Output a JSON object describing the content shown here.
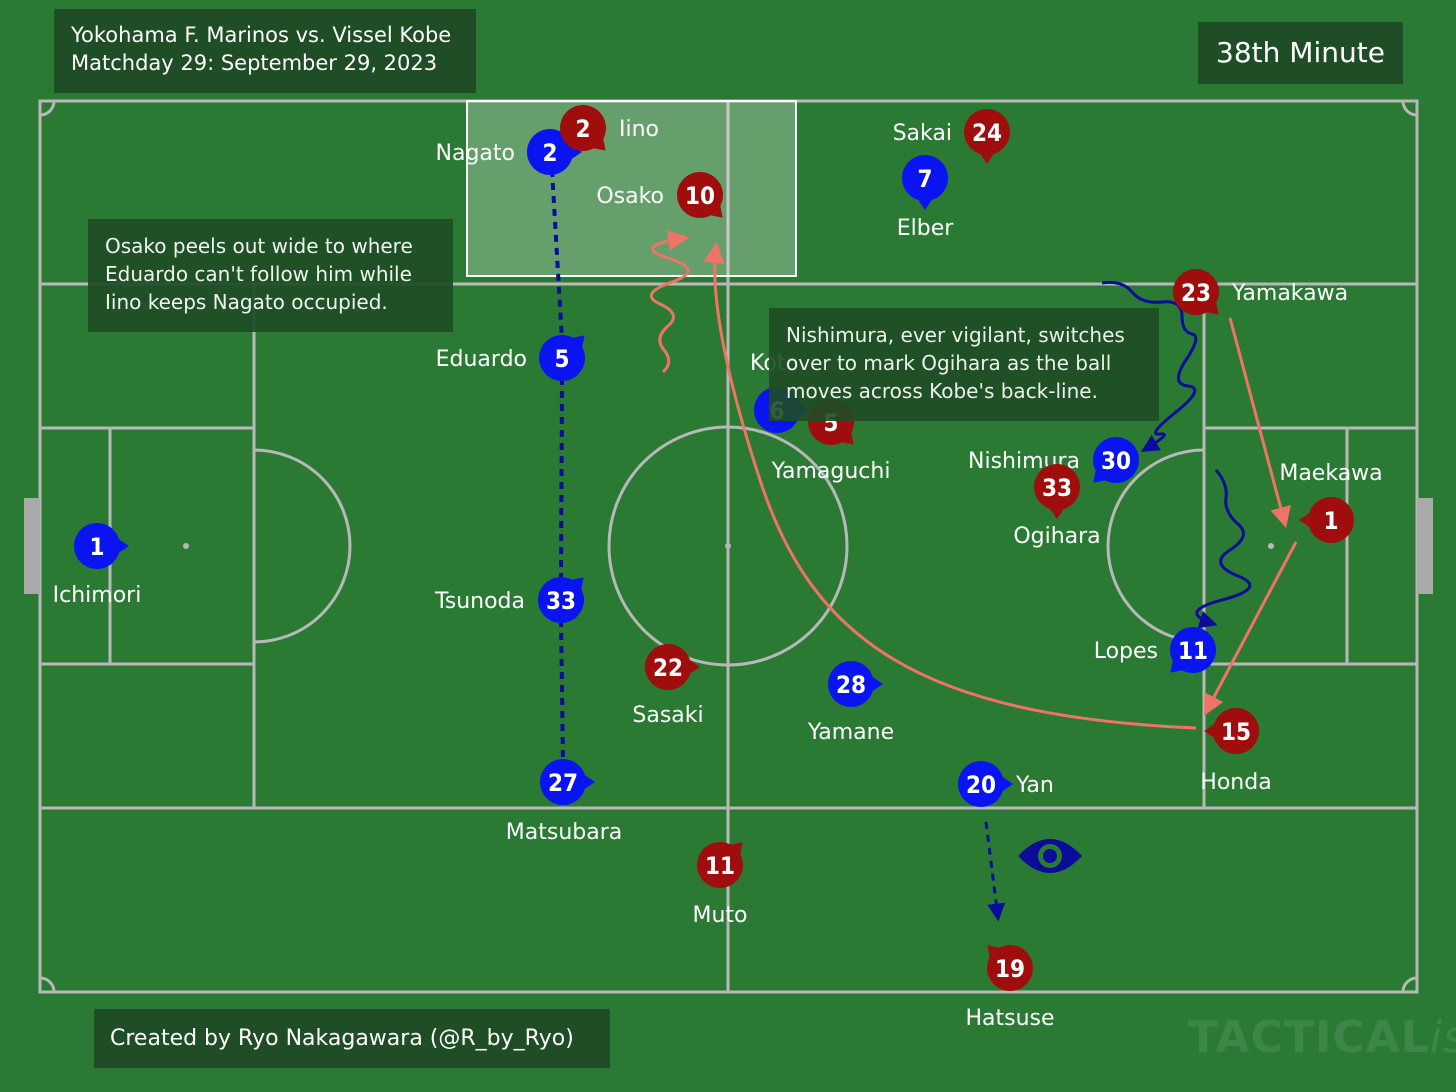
{
  "header": {
    "match": "Yokohama F. Marinos vs. Vissel Kobe",
    "matchday": "Matchday 29: September 29, 2023",
    "minute": "38th Minute"
  },
  "annotations": {
    "note_left": [
      "Osako peels out wide to where",
      "Eduardo can't follow him while",
      "Iino keeps Nagato occupied."
    ],
    "note_right": [
      "Nishimura, ever vigilant, switches",
      "over to mark Ogihara as the ball",
      "moves across Kobe's back-line."
    ]
  },
  "footer": {
    "credit": "Created by Ryo Nakagawara (@R_by_Ryo)",
    "watermark_main": "TACTICAL",
    "watermark_suffix": "ista"
  },
  "colors": {
    "pitch": "#2a7a34",
    "lines": "#b8b8b8",
    "yokohama": "#0a14f0",
    "kobe": "#a00d0d",
    "kobe_arrow": "#f07466",
    "yokohama_arrow": "#0c0c9a",
    "box_bg": "#1f4d25"
  },
  "teams": {
    "yokohama": {
      "name": "Yokohama F. Marinos",
      "players": [
        {
          "num": "1",
          "name": "Ichimori"
        },
        {
          "num": "2",
          "name": "Nagato"
        },
        {
          "num": "5",
          "name": "Eduardo"
        },
        {
          "num": "33",
          "name": "Tsunoda"
        },
        {
          "num": "27",
          "name": "Matsubara"
        },
        {
          "num": "6",
          "name": "Koto"
        },
        {
          "num": "28",
          "name": "Yamane"
        },
        {
          "num": "7",
          "name": "Elber"
        },
        {
          "num": "30",
          "name": "Nishimura"
        },
        {
          "num": "11",
          "name": "Lopes"
        },
        {
          "num": "20",
          "name": "Yan"
        }
      ]
    },
    "kobe": {
      "name": "Vissel Kobe",
      "players": [
        {
          "num": "2",
          "name": "Iino"
        },
        {
          "num": "10",
          "name": "Osako"
        },
        {
          "num": "24",
          "name": "Sakai"
        },
        {
          "num": "23",
          "name": "Yamakawa"
        },
        {
          "num": "5",
          "name": "Yamaguchi"
        },
        {
          "num": "33",
          "name": "Ogihara"
        },
        {
          "num": "1",
          "name": "Maekawa"
        },
        {
          "num": "15",
          "name": "Honda"
        },
        {
          "num": "22",
          "name": "Sasaki"
        },
        {
          "num": "11",
          "name": "Muto"
        },
        {
          "num": "19",
          "name": "Hatsuse"
        }
      ]
    }
  },
  "icons": [
    "eye-icon"
  ]
}
